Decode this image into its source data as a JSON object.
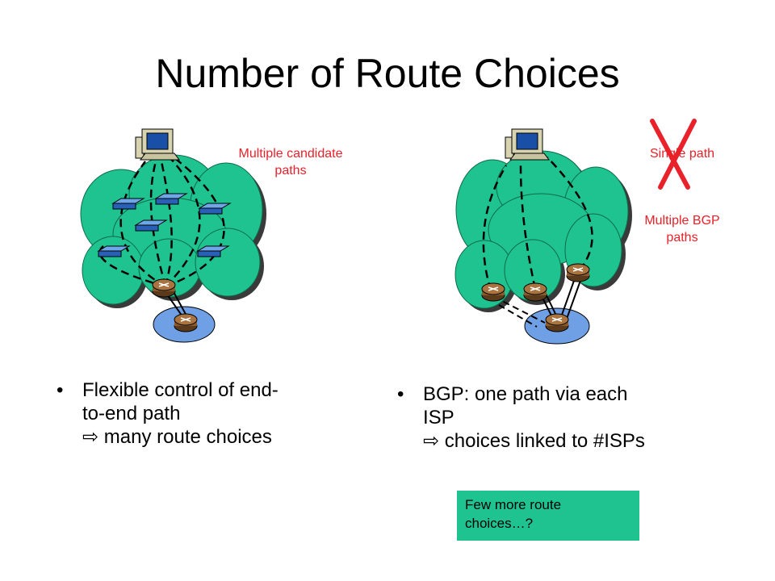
{
  "title": "Number of Route Choices",
  "left": {
    "annotation_line1": "Multiple candidate",
    "annotation_line2": "paths",
    "bullet_line1": "Flexible control of end-",
    "bullet_line2": "to-end path",
    "bullet_line3": "many route choices"
  },
  "right": {
    "annotation_single": "Single path",
    "annotation_bgp_line1": "Multiple BGP",
    "annotation_bgp_line2": "paths",
    "bullet_line1": "BGP: one path via each",
    "bullet_line2": "ISP",
    "bullet_line3": "choices linked to #ISPs"
  },
  "bullet_glyph": "•",
  "arrow_glyph": "⇨",
  "note": "Few more route choices…?",
  "colors": {
    "cloud": "#1fc38f",
    "cloud_shadow": "#3a3a3a",
    "router": "#8b5a2b",
    "edge_network": "#6fa0e6",
    "annotation": "#e8212a",
    "cross": "#e8212a",
    "note_bg": "#1fc38f"
  }
}
